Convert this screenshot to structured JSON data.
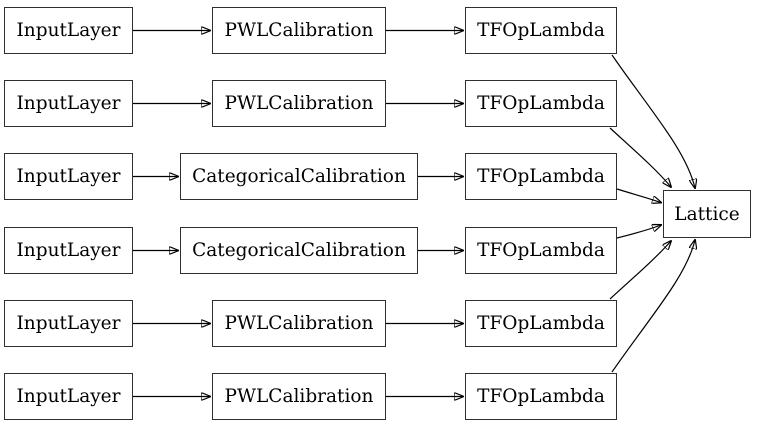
{
  "diagram": {
    "type": "model-architecture-graph",
    "rows": [
      {
        "input": "InputLayer",
        "calibration": "PWLCalibration",
        "op": "TFOpLambda"
      },
      {
        "input": "InputLayer",
        "calibration": "PWLCalibration",
        "op": "TFOpLambda"
      },
      {
        "input": "InputLayer",
        "calibration": "CategoricalCalibration",
        "op": "TFOpLambda"
      },
      {
        "input": "InputLayer",
        "calibration": "CategoricalCalibration",
        "op": "TFOpLambda"
      },
      {
        "input": "InputLayer",
        "calibration": "PWLCalibration",
        "op": "TFOpLambda"
      },
      {
        "input": "InputLayer",
        "calibration": "PWLCalibration",
        "op": "TFOpLambda"
      }
    ],
    "output_node": {
      "label": "Lattice"
    },
    "edges": [
      [
        "row1.input",
        "row1.calibration"
      ],
      [
        "row1.calibration",
        "row1.op"
      ],
      [
        "row1.op",
        "lattice"
      ],
      [
        "row2.input",
        "row2.calibration"
      ],
      [
        "row2.calibration",
        "row2.op"
      ],
      [
        "row2.op",
        "lattice"
      ],
      [
        "row3.input",
        "row3.calibration"
      ],
      [
        "row3.calibration",
        "row3.op"
      ],
      [
        "row3.op",
        "lattice"
      ],
      [
        "row4.input",
        "row4.calibration"
      ],
      [
        "row4.calibration",
        "row4.op"
      ],
      [
        "row4.op",
        "lattice"
      ],
      [
        "row5.input",
        "row5.calibration"
      ],
      [
        "row5.calibration",
        "row5.op"
      ],
      [
        "row5.op",
        "lattice"
      ],
      [
        "row6.input",
        "row6.calibration"
      ],
      [
        "row6.calibration",
        "row6.op"
      ],
      [
        "row6.op",
        "lattice"
      ]
    ],
    "colors": {
      "background": "#ffffff",
      "node_fill": "#ffffff",
      "node_border": "#2f2f2f",
      "edge": "#000000",
      "text": "#000000"
    }
  }
}
